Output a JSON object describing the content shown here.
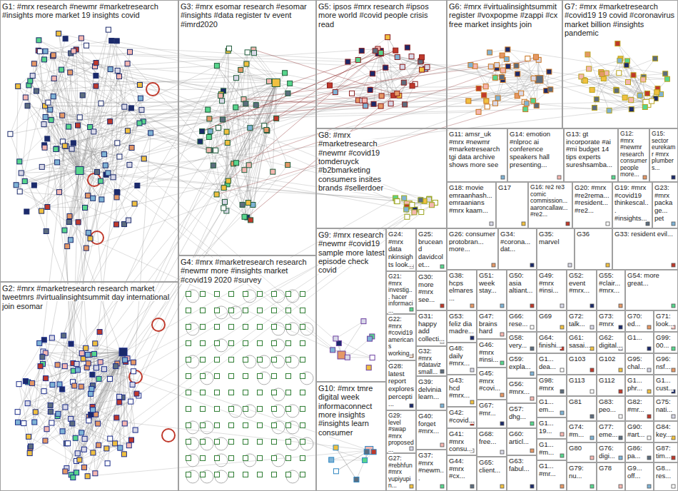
{
  "diagram": {
    "nodes": [
      {
        "text": [
          "G1: #mrx research #newmr #marketresearch #insights more market 19 insights covid"
        ]
      },
      {
        "text": [
          "G3: #mrx esomar research #esomar #insights #data register tv event #imrd2020"
        ]
      },
      {
        "text": [
          "G5: ipsos #mrx research #ipsos more world #covid people crisis read"
        ]
      },
      {
        "text": [
          "G6: #mrx #virtualinsightsummit register #voxpopme #zappi #cx free market insights join"
        ]
      },
      {
        "text": [
          "G7: #mrx #marketresearch #covid19 19 covid #coronavirus market billion #insights pandemic"
        ]
      },
      {
        "text": [
          "G8: #mrx #marketresearch #newmr #covid19 tomderuyck #b2bmarketing consumers insites brands #sellerdoer"
        ]
      },
      {
        "text": [
          "G11: amsr_uk #mrx #newmr #marketresearch tgi data archive shows more see"
        ]
      },
      {
        "text": [
          "G14: emotion #nlproc ai conference speakers hall presenting..."
        ]
      },
      {
        "text": [
          "G13: gt incorporate #ai #mi budget 14 tips experts sureshsamba..."
        ]
      },
      {
        "text": [
          "G12: #mrx #newmr research consumer people more..."
        ]
      },
      {
        "text": [
          "G15: sector eurekamr #mrx plumbers..."
        ]
      },
      {
        "text": [
          "G18: movie emraanhash... emraanians #mrx kaam..."
        ]
      },
      {
        "text": [
          "G17"
        ]
      },
      {
        "text": [
          "G16: re2 re3 comic commission... aaroncallaw... #re2..."
        ]
      },
      {
        "text": [
          "G20: #mrx #re2rema... #resident... #re2..."
        ]
      },
      {
        "text": [
          "G19: #mrx #covid19 thinkescal... #insights..."
        ]
      },
      {
        "text": [
          "G23: #mrx package... pet"
        ]
      },
      {
        "text": [
          "G24: #mrx data nkinsights look..."
        ]
      },
      {
        "text": [
          "G25: bruceand davidcolet..."
        ]
      },
      {
        "text": [
          "G26: consumer protobran... more..."
        ]
      },
      {
        "text": [
          "G34: #corona... dat..."
        ]
      },
      {
        "text": [
          "G35: marvel"
        ]
      },
      {
        "text": [
          "G36"
        ]
      },
      {
        "text": [
          "G33: resident evil..."
        ]
      },
      {
        "text": [
          "G2: #mrx #marketresearch research market tweetmrs #virtualinsightsummit day international join esomar"
        ]
      },
      {
        "text": [
          "G4: #mrx #marketresearch research #newmr more #insights market #covid19 2020 #survey"
        ]
      },
      {
        "text": [
          "G9: #mrx research #newmr #covid19 sample more latest episode check covid"
        ]
      },
      {
        "text": [
          "G10: #mrx tmre digital week informaconnect more insights #insights learn consumer"
        ]
      },
      {
        "text": [
          "G21: #mrx investig... hacer informaci..."
        ]
      },
      {
        "text": [
          "G22: #mrx #covid19 americans working..."
        ]
      },
      {
        "text": [
          "G28: latest report explores percepti..."
        ]
      },
      {
        "text": [
          "G29: level #swap #mrx proposed..."
        ]
      },
      {
        "text": [
          "G27: #rebhfun #mrx yupiyupin..."
        ]
      },
      {
        "text": [
          "G30: more #mrx see..."
        ]
      },
      {
        "text": [
          "G31: happy add collecti..."
        ]
      },
      {
        "text": [
          "G32: #mrx #dataviz small..."
        ]
      },
      {
        "text": [
          "G39: delvinia learn..."
        ]
      },
      {
        "text": [
          "G40: forget #mrx..."
        ]
      },
      {
        "text": [
          "G37: #mrx #newm..."
        ]
      },
      {
        "text": [
          "G38: hcps elmares..."
        ]
      },
      {
        "text": [
          "G53: feliz dia madre..."
        ]
      },
      {
        "text": [
          "G48: daily #mrx..."
        ]
      },
      {
        "text": [
          "G43: hcd #mrx..."
        ]
      },
      {
        "text": [
          "G42: #covid..."
        ]
      },
      {
        "text": [
          "G41: #mrx consu..."
        ]
      },
      {
        "text": [
          "G44: #mrx #cx..."
        ]
      },
      {
        "text": [
          "G51: week stay..."
        ]
      },
      {
        "text": [
          "G47: brains hard"
        ]
      },
      {
        "text": [
          "G46: #mrx #insi..."
        ]
      },
      {
        "text": [
          "G45: #mrx #covi..."
        ]
      },
      {
        "text": [
          "G67: #mr..."
        ]
      },
      {
        "text": [
          "G68: free..."
        ]
      },
      {
        "text": [
          "G65: client..."
        ]
      },
      {
        "text": [
          "G50: asia altiant..."
        ]
      },
      {
        "text": [
          "G66: rese..."
        ]
      },
      {
        "text": [
          "G58: very..."
        ]
      },
      {
        "text": [
          "G59: expla..."
        ]
      },
      {
        "text": [
          "G56: #mrx..."
        ]
      },
      {
        "text": [
          "G57: dhg..."
        ]
      },
      {
        "text": [
          "G60: articl..."
        ]
      },
      {
        "text": [
          "G63: fabul..."
        ]
      },
      {
        "text": [
          "G49: #mrx #insi..."
        ]
      },
      {
        "text": [
          "G69"
        ]
      },
      {
        "text": [
          "G64: finishi..."
        ]
      },
      {
        "text": [
          "G1... dea..."
        ]
      },
      {
        "text": [
          "G98: #mrx"
        ]
      },
      {
        "text": [
          "G1... em..."
        ]
      },
      {
        "text": [
          "G1... 19..."
        ]
      },
      {
        "text": [
          "G1... #m..."
        ]
      },
      {
        "text": [
          "G1... #mr..."
        ]
      },
      {
        "text": [
          "G52: event #mrx..."
        ]
      },
      {
        "text": [
          "G72: talk..."
        ]
      },
      {
        "text": [
          "G61: sasai..."
        ]
      },
      {
        "text": [
          "G103"
        ]
      },
      {
        "text": [
          "G113"
        ]
      },
      {
        "text": [
          "G81"
        ]
      },
      {
        "text": [
          "G74: #m..."
        ]
      },
      {
        "text": [
          "G80"
        ]
      },
      {
        "text": [
          "G79: nu..."
        ]
      },
      {
        "text": [
          "G55: #clair... #mrx..."
        ]
      },
      {
        "text": [
          "G73: #mrx"
        ]
      },
      {
        "text": [
          "G62: digital..."
        ]
      },
      {
        "text": [
          "G102"
        ]
      },
      {
        "text": [
          "G112"
        ]
      },
      {
        "text": [
          "G83: peo..."
        ]
      },
      {
        "text": [
          "G77: eme..."
        ]
      },
      {
        "text": [
          "G76: digi..."
        ]
      },
      {
        "text": [
          "G78"
        ]
      },
      {
        "text": [
          "G54: more great..."
        ]
      },
      {
        "text": [
          "G70: ed..."
        ]
      },
      {
        "text": [
          "G1..."
        ]
      },
      {
        "text": [
          "G95: chal..."
        ]
      },
      {
        "text": [
          "G1... phr..."
        ]
      },
      {
        "text": [
          "G82: #mr..."
        ]
      },
      {
        "text": [
          "G90: #art..."
        ]
      },
      {
        "text": [
          "G86: pa..."
        ]
      },
      {
        "text": [
          "G9... off..."
        ]
      },
      {
        "text": [
          "G71: look..."
        ]
      },
      {
        "text": [
          "G99: 00..."
        ]
      },
      {
        "text": [
          "G96: nsf..."
        ]
      },
      {
        "text": [
          "G1... cust..."
        ]
      },
      {
        "text": [
          "G75: nati..."
        ]
      },
      {
        "text": [
          "G84: key..."
        ]
      },
      {
        "text": [
          "G87: tim..."
        ]
      },
      {
        "text": [
          "G8... res..."
        ]
      }
    ]
  }
}
